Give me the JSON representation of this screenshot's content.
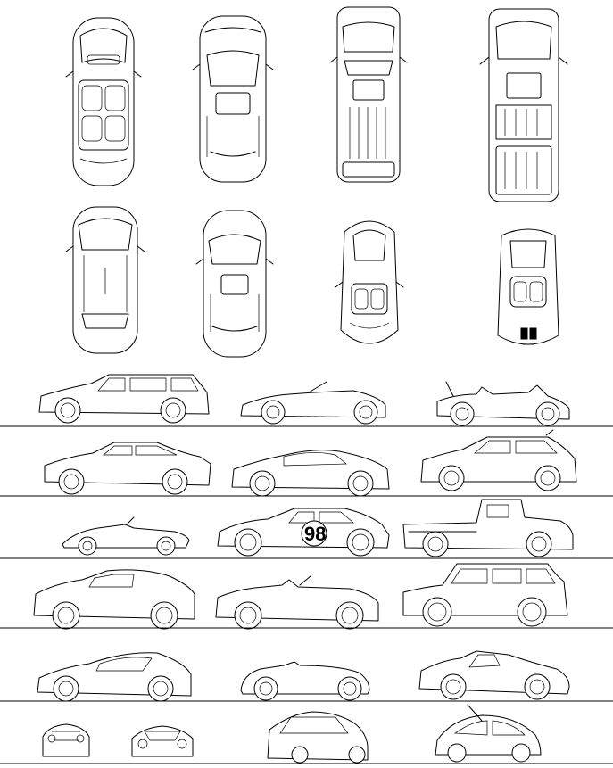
{
  "race_number": "98",
  "rows": [
    {
      "id": "plan-row-1",
      "views": [
        "roadster-top",
        "sedan-top",
        "suv-top",
        "pickup-top"
      ]
    },
    {
      "id": "plan-row-2",
      "views": [
        "hatchback-top",
        "coupe-top",
        "convertible-top",
        "racer-top"
      ]
    },
    {
      "id": "side-row-1",
      "views": [
        "wagon-side",
        "roadster-side",
        "spider-side"
      ]
    },
    {
      "id": "side-row-2",
      "views": [
        "sedan-side",
        "sport-coupe-side",
        "crossover-side"
      ]
    },
    {
      "id": "side-row-3",
      "views": [
        "classic-roadster-side",
        "race-coupe-side",
        "pickup-side"
      ]
    },
    {
      "id": "side-row-4",
      "views": [
        "gt-coupe-side",
        "gt-convertible-side",
        "suv-side"
      ]
    },
    {
      "id": "side-row-5",
      "views": [
        "concept-coupe-side",
        "vintage-spyder-side",
        "rear-engine-coupe-side"
      ]
    },
    {
      "id": "front-row",
      "views": [
        "roadster-front",
        "coupe-front",
        "suv-front",
        "beetle-side"
      ]
    }
  ],
  "colors": {
    "line": "#000000",
    "background": "#ffffff"
  }
}
